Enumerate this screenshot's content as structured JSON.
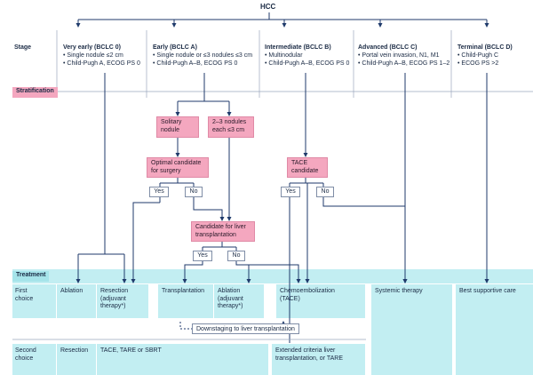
{
  "title": "HCC",
  "row_labels": {
    "stage": "Stage",
    "stratification": "Stratification",
    "treatment": "Treatment",
    "first_choice": [
      "First",
      "choice"
    ],
    "second_choice": [
      "Second",
      "choice"
    ]
  },
  "stages": [
    {
      "title": "Very early (BCLC 0)",
      "bullets": [
        "• Single nodule ≤2 cm",
        "• Child-Pugh A, ECOG PS 0"
      ]
    },
    {
      "title": "Early (BCLC A)",
      "bullets": [
        "• Single nodule or ≤3 nodules ≤3 cm",
        "• Child-Pugh A–B, ECOG PS 0"
      ]
    },
    {
      "title": "Intermediate (BCLC B)",
      "bullets": [
        "• Multinodular",
        "• Child-Pugh A–B, ECOG PS 0"
      ]
    },
    {
      "title": "Advanced (BCLC C)",
      "bullets": [
        "• Portal vein invasion, N1, M1",
        "• Child-Pugh A–B, ECOG PS 1–2"
      ]
    },
    {
      "title": "Terminal (BCLC D)",
      "bullets": [
        "• Child-Pugh C",
        "• ECOG PS >2"
      ]
    }
  ],
  "decisions": {
    "solitary": [
      "Solitary",
      "nodule"
    ],
    "two_three": [
      "2–3 nodules",
      "each ≤3 cm"
    ],
    "optimal": [
      "Optimal candidate",
      "for surgery"
    ],
    "liver_tx": [
      "Candidate for liver",
      "transplantation"
    ],
    "tace_candidate": [
      "TACE",
      "candidate"
    ]
  },
  "yes_label": "Yes",
  "no_label": "No",
  "first_choice": {
    "ablation": "Ablation",
    "resection": [
      "Resection",
      "(adjuvant",
      "therapy*)"
    ],
    "transplantation": "Transplantation",
    "ablation2": [
      "Ablation",
      "(adjuvant",
      "therapy*)"
    ],
    "chemo": [
      "Chemoembolization",
      "(TACE)"
    ],
    "systemic": "Systemic therapy",
    "supportive": "Best supportive care"
  },
  "downstaging": "Downstaging to liver transplantation",
  "second_choice": {
    "resection": "Resection",
    "tace_tare": "TACE, TARE or SBRT",
    "extended": [
      "Extended criteria liver",
      "transplantation, or TARE"
    ]
  },
  "colors": {
    "pink": "#f4a7bf",
    "cyan": "#c2eef2",
    "line": "#1f3a6b"
  }
}
